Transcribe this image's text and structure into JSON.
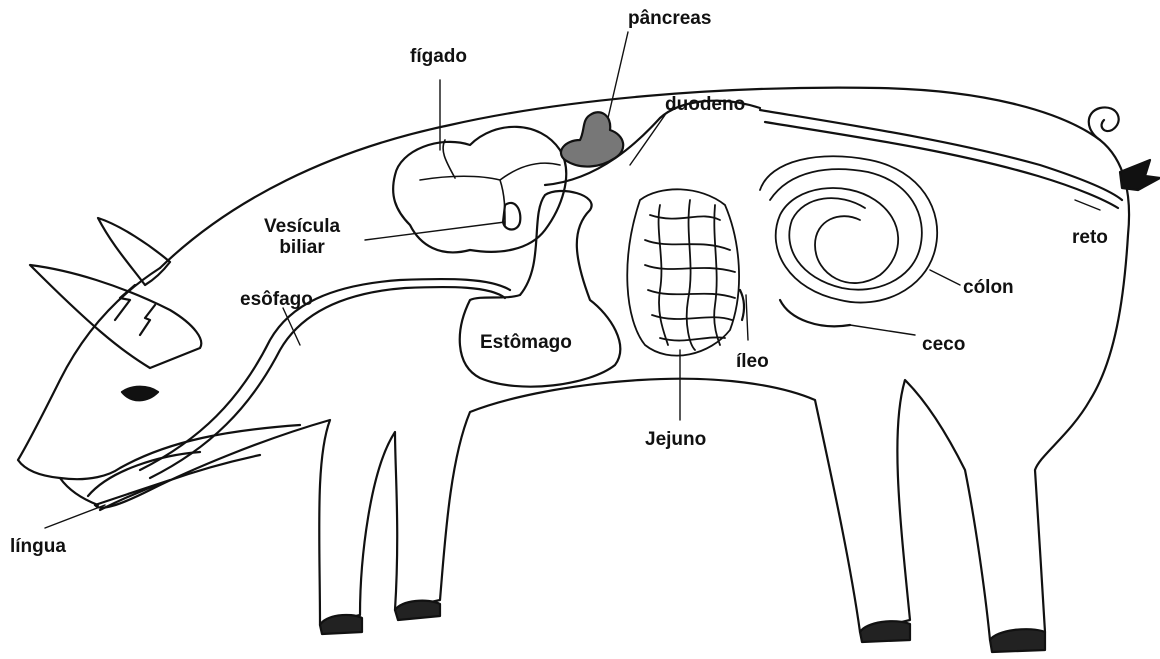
{
  "diagram": {
    "subject": "Sistema digestório do porco",
    "colors": {
      "ink": "#111111",
      "background": "#ffffff",
      "hoof": "#222222"
    },
    "labels": {
      "pancreas": "pâncreas",
      "figado": "fígado",
      "duodeno": "duodeno",
      "vesicula": "Vesícula\nbiliar",
      "reto": "reto",
      "esofago": "esôfago",
      "colon": "cólon",
      "estomago": "Estômago",
      "ceco": "ceco",
      "ileo": "íleo",
      "jejuno": "Jejuno",
      "lingua": "língua"
    }
  }
}
